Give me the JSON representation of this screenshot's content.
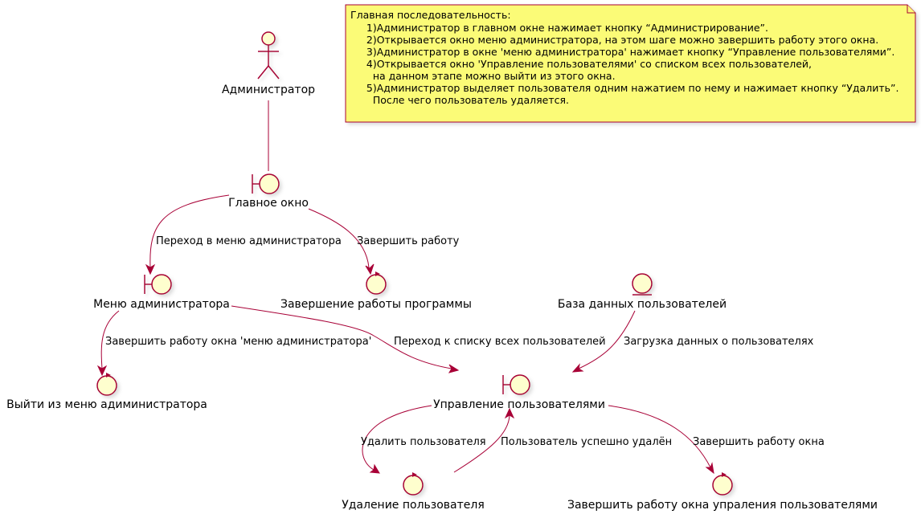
{
  "note": {
    "lines": [
      "Главная последовательность:",
      "     1)Администратор в главном окне нажимает кнопку “Администрирование”.",
      "     2)Открывается окно меню администратора, на этом шаге можно завершить работу этого окна.",
      "     3)Администратор в окне 'меню администратора' нажимает кнопку “Управление пользователями”.",
      "     4)Открывается окно 'Управление пользователями' со списком всех пользователей,",
      "       на данном этапе можно выйти из этого окна.",
      "     5)Администратор выделяет пользователя одним нажатием по нему и нажимает кнопку “Удалить”.",
      "       После чего пользователь удаляется."
    ]
  },
  "nodes": {
    "admin": "Администратор",
    "main_window": "Главное окно",
    "admin_menu": "Меню администратора",
    "shutdown": "Завершение работы программы",
    "users_db": "База данных пользователей",
    "exit_admin_menu": "Выйти из меню адиминистратора",
    "user_management": "Управление пользователями",
    "delete_user": "Удаление пользователя",
    "close_user_mgmt": "Завершить работу окна упраления пользователями"
  },
  "edges": {
    "to_admin_menu": "Переход в меню администратора",
    "finish_work": "Завершить работу",
    "close_admin_menu": "Завершить работу окна 'меню администратора'",
    "to_user_list": "Переход к списку всех пользователей",
    "load_user_data": "Загрузка данных о пользователях",
    "delete_user": "Удалить пользователя",
    "user_deleted": "Пользователь успешно удалён",
    "close_window": "Завершить работу окна"
  },
  "colors": {
    "shape_fill": "#FEFECE",
    "stroke": "#A80036",
    "note_fill": "#FBFB77"
  }
}
